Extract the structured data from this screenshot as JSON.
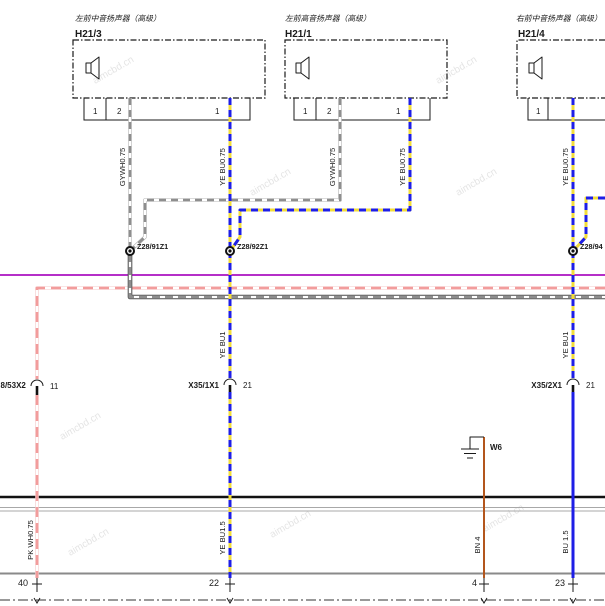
{
  "components": [
    {
      "title": "左前中音扬声器（高级）",
      "id": "H21/3",
      "pins": [
        "1",
        "2",
        "1"
      ]
    },
    {
      "title": "左前高音扬声器（高级）",
      "id": "H21/1",
      "pins": [
        "1",
        "2",
        "1"
      ]
    },
    {
      "title": "右前中音扬声器（高级）",
      "id": "H21/4",
      "pins": [
        "1"
      ]
    }
  ],
  "wire_labels": {
    "h21_3_pin2": "GYWH0.75",
    "h21_3_pin1": "YE BU0.75",
    "h21_1_pin2": "GYWH0.75",
    "h21_1_pin1": "YE BU0.75",
    "h21_4_pin1": "YE BU0.75",
    "x35_1x1_in": "YE BU1",
    "x35_2x1_in": "YE BU1",
    "x35_1x1_out": "YE BU1.5",
    "x35_2x1_out": "BU 1.5",
    "w6_lead": "BN 4",
    "left_lead": "PK WH0.75"
  },
  "junctions": {
    "z28_91z1": "Z28/91Z1",
    "z28_92z1": "Z28/92Z1",
    "z28_94": "Z28/94"
  },
  "connectors": {
    "left": {
      "id": "8/53X2",
      "pin": "11"
    },
    "x35_1x1": {
      "id": "X35/1X1",
      "pin": "21"
    },
    "x35_2x1": {
      "id": "X35/2X1",
      "pin": "21"
    }
  },
  "ground": {
    "id": "W6"
  },
  "bottom_pins": [
    "40",
    "22",
    "4",
    "23"
  ],
  "watermark": "aimcbd.cn",
  "icons": {
    "speaker": "speaker-icon",
    "ground": "ground-icon",
    "junction": "splice-icon",
    "connector": "connector-pin-icon"
  },
  "colors": {
    "yellow": "#f2dc3a",
    "blue": "#1e1ee6",
    "gray": "#8e8e8e",
    "gray_edge": "#b5b5b5",
    "dark_edge": "#4a4a4a",
    "white": "#ffffff",
    "pink": "#f29c9c",
    "pink_edge": "#f4caca",
    "brown": "#b3561d",
    "purple": "#b52fc8",
    "black": "#111111",
    "light_gray": "#a8a8a8",
    "mid_gray": "#8a8a8a",
    "frame": "#333333"
  }
}
